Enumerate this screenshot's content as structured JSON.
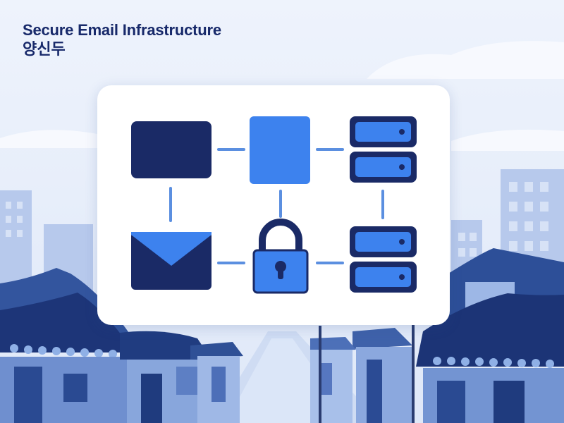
{
  "header": {
    "title": "Secure Email Infrastructure",
    "subtitle": "양신두"
  },
  "diagram": {
    "nodes": [
      {
        "id": "mail-client",
        "icon": "mail-client-icon"
      },
      {
        "id": "document",
        "icon": "document-icon"
      },
      {
        "id": "server-top",
        "icon": "server-icon"
      },
      {
        "id": "envelope",
        "icon": "envelope-icon"
      },
      {
        "id": "lock",
        "icon": "lock-icon"
      },
      {
        "id": "server-bottom",
        "icon": "server-icon"
      }
    ]
  },
  "colors": {
    "navy": "#1a2a66",
    "blue": "#3d82ee",
    "connector": "#5b8fe0",
    "sky": "#e9f0fb"
  }
}
